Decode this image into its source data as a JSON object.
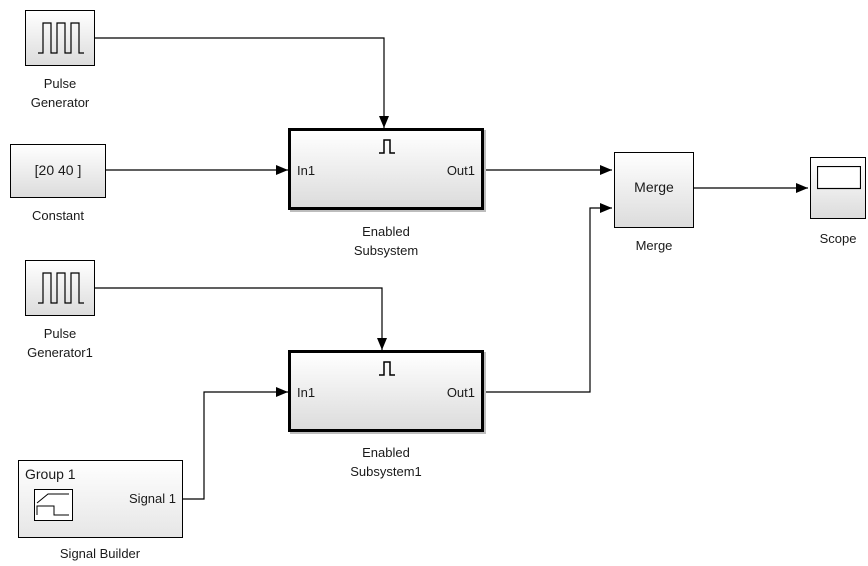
{
  "blocks": {
    "pulse_generator": {
      "label": "Pulse\nGenerator"
    },
    "constant": {
      "value": "[20 40 ]",
      "label": "Constant"
    },
    "pulse_generator1": {
      "label": "Pulse\nGenerator1"
    },
    "signal_builder": {
      "group": "Group 1",
      "signal": "Signal 1",
      "label": "Signal Builder"
    },
    "enabled_subsystem": {
      "in": "In1",
      "out": "Out1",
      "label": "Enabled\nSubsystem"
    },
    "enabled_subsystem1": {
      "in": "In1",
      "out": "Out1",
      "label": "Enabled\nSubsystem1"
    },
    "merge": {
      "text": "Merge",
      "label": "Merge"
    },
    "scope": {
      "label": "Scope"
    }
  },
  "icons": {
    "pulse": "pulse-wave-icon",
    "enable": "enable-port-icon",
    "signal_builder": "signal-builder-graph-icon",
    "scope": "scope-screen-icon"
  }
}
